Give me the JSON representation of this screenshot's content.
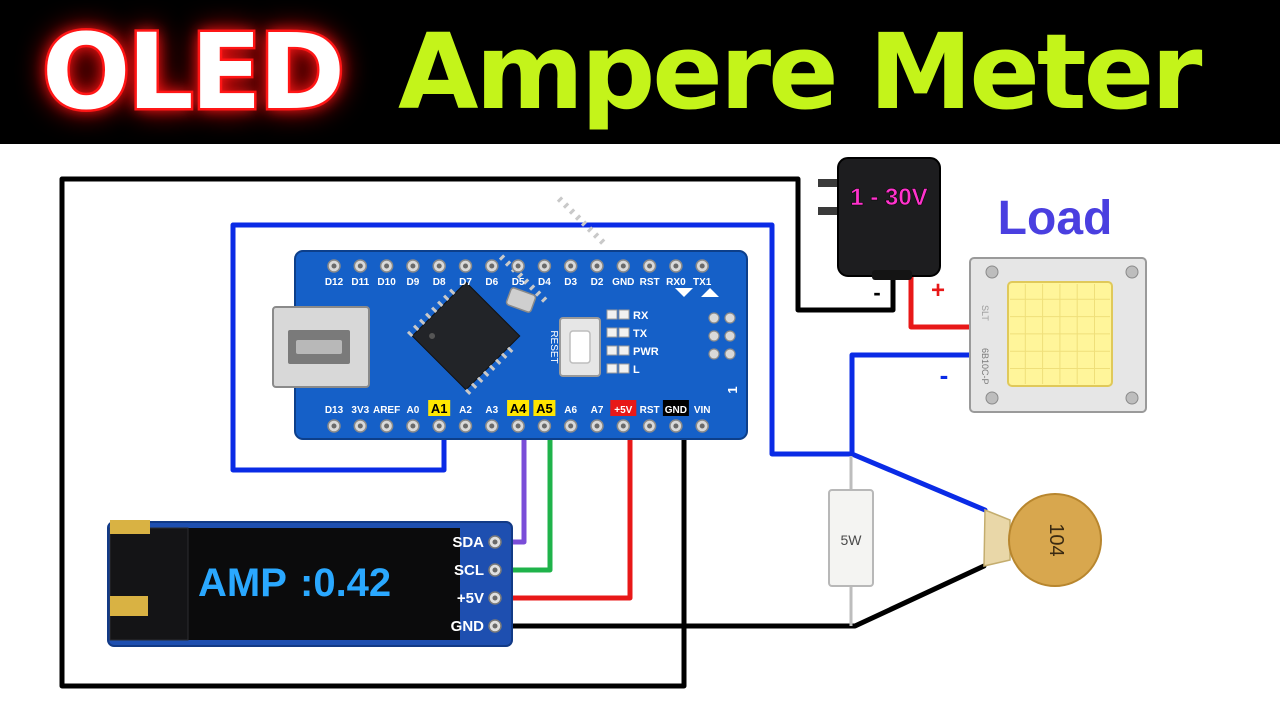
{
  "title": {
    "part1": "OLED",
    "part2": "Ampere Meter"
  },
  "arduino": {
    "top_pins": [
      "D12",
      "D11",
      "D10",
      "D9",
      "D8",
      "D7",
      "D6",
      "D5",
      "D4",
      "D3",
      "D2",
      "GND",
      "RST",
      "RX0",
      "TX1"
    ],
    "bottom_pins": [
      "D13",
      "3V3",
      "AREF",
      "A0",
      "A1",
      "A2",
      "A3",
      "A4",
      "A5",
      "A6",
      "A7",
      "+5V",
      "RST",
      "GND",
      "VIN"
    ],
    "reset_label": "RESET",
    "leds": [
      "RX",
      "TX",
      "PWR",
      "L"
    ],
    "pin1_mark": "1"
  },
  "oled": {
    "reading_label": "AMP",
    "reading_value": ":0.42",
    "pins": [
      "SDA",
      "SCL",
      "+5V",
      "GND"
    ]
  },
  "adapter": {
    "voltage": "1 - 30V",
    "minus": "-",
    "plus": "+"
  },
  "load": {
    "label": "Load",
    "minus": "-",
    "board_text1": "SLT",
    "board_text2": "6B10C-P"
  },
  "resistor": {
    "label": "5W"
  },
  "capacitor": {
    "label": "104"
  },
  "colors": {
    "wire_black": "#000000",
    "wire_blue": "#0a2be6",
    "wire_red": "#e81818",
    "wire_purple": "#7a4dd8",
    "wire_green": "#1fb34a",
    "title_green": "#c4f41a",
    "title_red_glow": "#ff1a1a",
    "pcb_blue": "#1560c8",
    "load_label": "#4a3fe0",
    "pin_highlight": "#ffe600",
    "oled_text": "#2aa8ff"
  }
}
